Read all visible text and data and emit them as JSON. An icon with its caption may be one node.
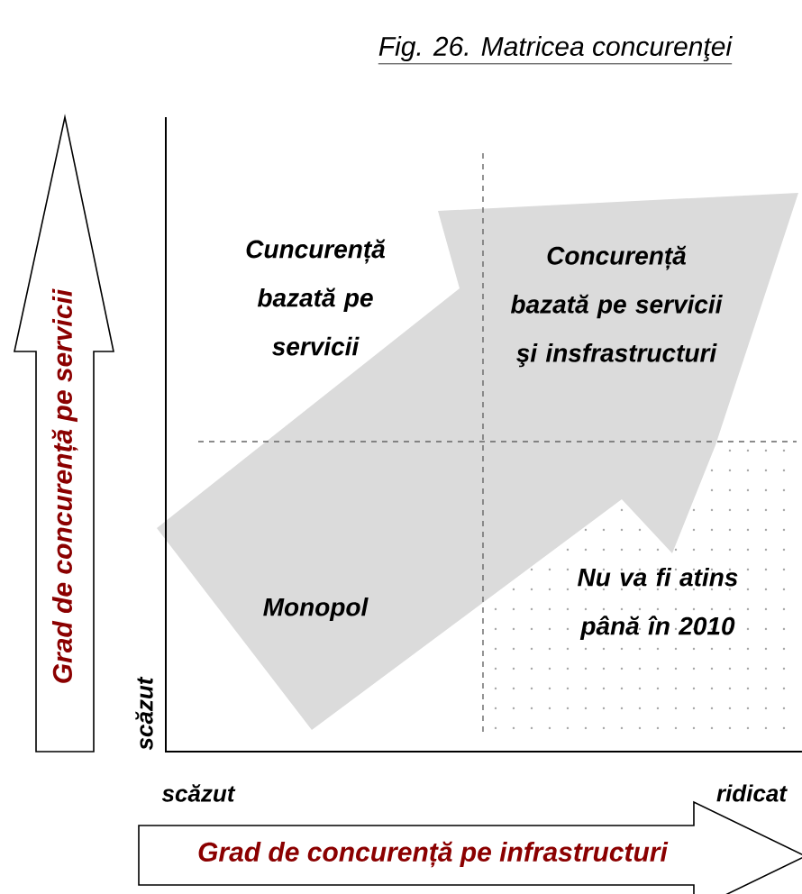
{
  "diagram": {
    "title": "Fig. 26. Matricea concurenţei",
    "nodes": [
      {
        "text": [
          "Grad de concurență pe servicii"
        ]
      },
      {
        "text": [
          "Grad de concurență pe infrastructuri"
        ]
      }
    ],
    "labels": [
      "Cuncurență bazată pe servicii",
      "Concurență bazată pe servicii şi insfrastructuri",
      "Monopol",
      "Nu va fi atins până în 2010",
      "scăzut",
      "scăzut",
      "ridicat"
    ]
  }
}
